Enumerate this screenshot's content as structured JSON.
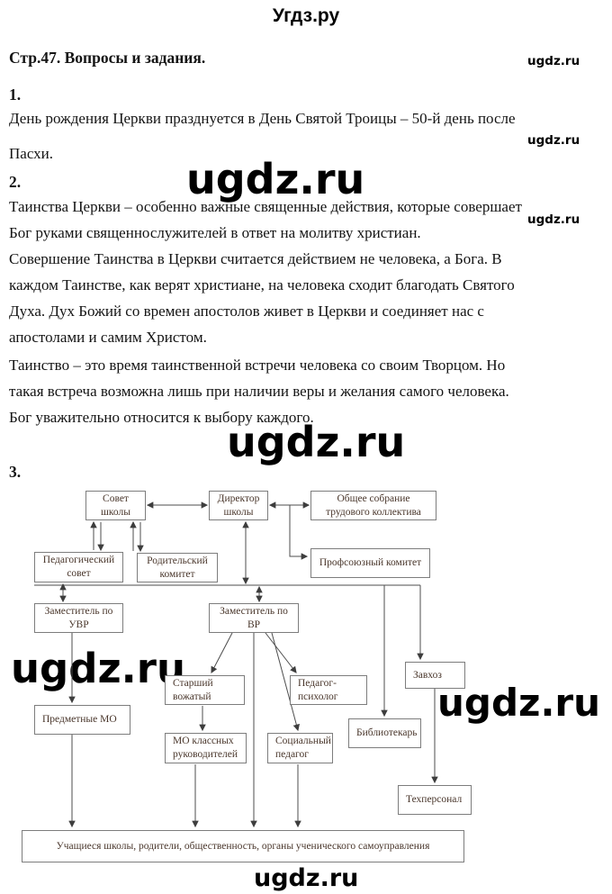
{
  "page": {
    "site_header": "Угдз.ру",
    "section_heading": "Стр.47. Вопросы и задания."
  },
  "watermarks": {
    "text": "ugdz.ru"
  },
  "answers": {
    "q1": {
      "number": "1.",
      "lines": [
        "День рождения Церкви празднуется в День Святой Троицы – 50-й день после",
        "Пасхи."
      ]
    },
    "q2": {
      "number": "2.",
      "lines": [
        "Таинства Церкви – особенно важные священные действия, которые совершает",
        "Бог руками священнослужителей в ответ на молитву христиан.",
        "Совершение Таинства в Церкви считается действием не человека, а Бога. В",
        "каждом Таинстве, как верят христиане, на человека сходит благодать Святого",
        "Духа. Дух Божий со времен апостолов живет в Церкви и соединяет нас с",
        "апостолами и самим Христом.",
        "Таинство – это время таинственной встречи человека со своим Творцом. Но",
        "такая встреча возможна лишь при наличии веры и желания самого человека.",
        "Бог уважительно относится к выбору каждого."
      ]
    },
    "q3": {
      "number": "3."
    }
  },
  "diagram": {
    "nodes": {
      "sovet": "Совет школы",
      "direktor": "Директор школы",
      "obshchee_sobranie": "Общее собрание трудового коллектива",
      "pedsovet": "Педагогический совет",
      "rodkom": "Родительский комитет",
      "profkom": "Профсоюзный комитет",
      "zam_uvr": "Заместитель по УВР",
      "zam_vr": "Заместитель по ВР",
      "zavhoz": "Завхоз",
      "starshiy_vozhatyi": "Старший вожатый",
      "pedagog_psiholog": "Педагог-психолог",
      "predmetnye_mo": "Предметные МО",
      "bibliotekar": "Библиотекарь",
      "mo_klassnyh": "МО классных руководителей",
      "socialnyi_pedagog": "Социальный педагог",
      "tehpersonal": "Техперсонал",
      "uchashchiesya": "Учащиеся школы, родители, общественность, органы ученического самоуправления"
    }
  }
}
